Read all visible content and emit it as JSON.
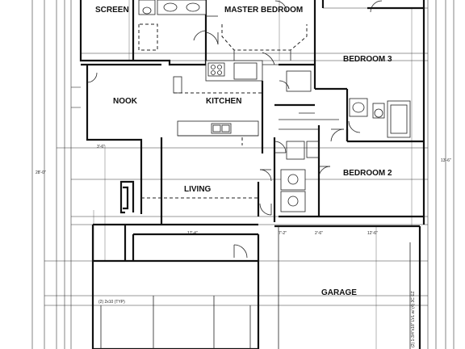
{
  "rooms": {
    "screen": "SCREEN",
    "master_bedroom": "MASTER BEDROOM",
    "bedroom3": "BEDROOM 3",
    "nook": "NOOK",
    "kitchen": "KITCHEN",
    "living": "LIVING",
    "bedroom2": "BEDROOM 2",
    "garage": "GARAGE"
  },
  "notes": {
    "header": "(2) 2x10 (TYP)",
    "garage_side": "(2) 1-3/4\"x18\" LVL w/ (4) 3C EZ"
  },
  "dimensions": {
    "d1": "17'-4\"",
    "d2": "7'-2\"",
    "d3": "2'-6\"",
    "d4": "12'-6\"",
    "d5": "28'-0\"",
    "d6": "3'-6\"",
    "d7": "13'-6\""
  }
}
